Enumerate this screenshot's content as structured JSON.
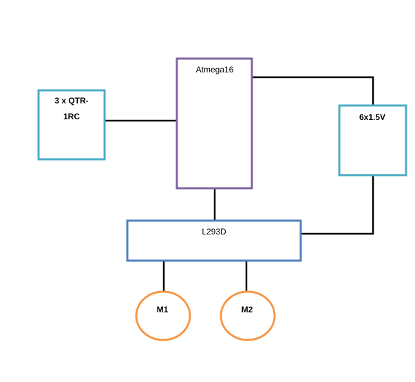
{
  "blocks": {
    "sensor": {
      "line1": "3 x QTR-",
      "line2": "1RC",
      "stroke": "#4bacc6"
    },
    "mcu": {
      "label": "Atmega16",
      "stroke": "#8064a2"
    },
    "battery": {
      "label": "6x1.5V",
      "stroke": "#4bacc6"
    },
    "driver": {
      "label": "L293D",
      "stroke": "#4f81bd"
    },
    "motor1": {
      "label": "M1",
      "stroke": "#f79646"
    },
    "motor2": {
      "label": "M2",
      "stroke": "#f79646"
    }
  },
  "wire_color": "#000000"
}
